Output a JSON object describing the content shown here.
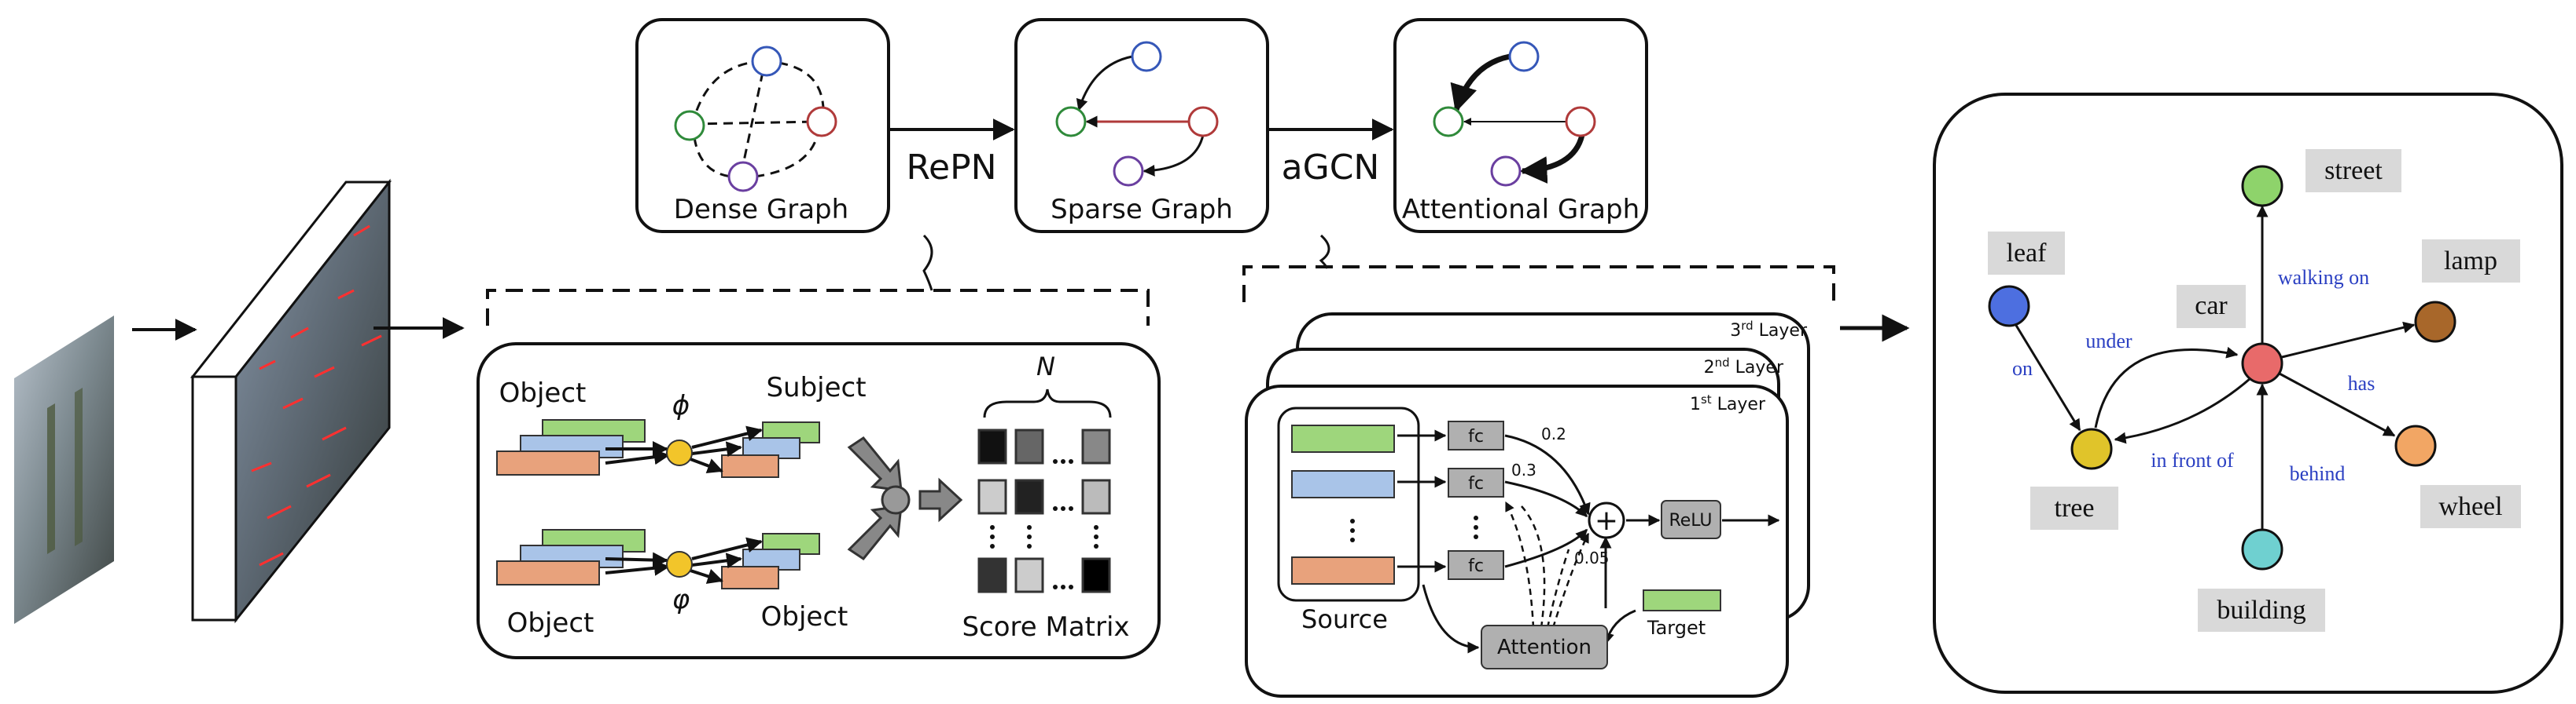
{
  "labels": {
    "dense_graph": "Dense Graph",
    "sparse_graph": "Sparse Graph",
    "attentional_graph": "Attentional Graph",
    "repn": "RePN",
    "agcn": "aGCN",
    "object_top": "Object",
    "object_bottom": "Object",
    "subject": "Subject",
    "object_right": "Object",
    "phi": "ϕ",
    "varphi": "φ",
    "n": "N",
    "score_matrix": "Score Matrix",
    "layer3": "3rd Layer",
    "layer2": "2nd Layer",
    "layer1": "1st Layer",
    "fc1": "fc",
    "fc2": "fc",
    "fc3": "fc",
    "relu": "ReLU",
    "attention": "Attention",
    "source": "Source",
    "target": "Target",
    "w1": "0.2",
    "w2": "0.3",
    "w3": "0.05",
    "plus": "+"
  },
  "scene_graph": {
    "nodes": {
      "leaf": "leaf",
      "street": "street",
      "lamp": "lamp",
      "car": "car",
      "tree": "tree",
      "wheel": "wheel",
      "building": "building"
    },
    "edges": {
      "on": "on",
      "under": "under",
      "walking_on": "walking on",
      "has": "has",
      "in_front_of": "in front of",
      "behind": "behind"
    },
    "colors": {
      "leaf": "#4d6fe0",
      "street": "#8ed36b",
      "lamp": "#a8672a",
      "car": "#e86a6a",
      "tree": "#e0c42a",
      "wheel": "#f2a664",
      "building": "#6fd0d0",
      "relation_text": "#2a3fc2",
      "label_box": "#d9d9d9"
    }
  },
  "colors": {
    "feature_green": "#9ed67c",
    "feature_blue": "#a9c4e8",
    "feature_orange": "#e8a27c",
    "node_yellow": "#f2c52a",
    "fc_gray": "#b0b0b0"
  }
}
